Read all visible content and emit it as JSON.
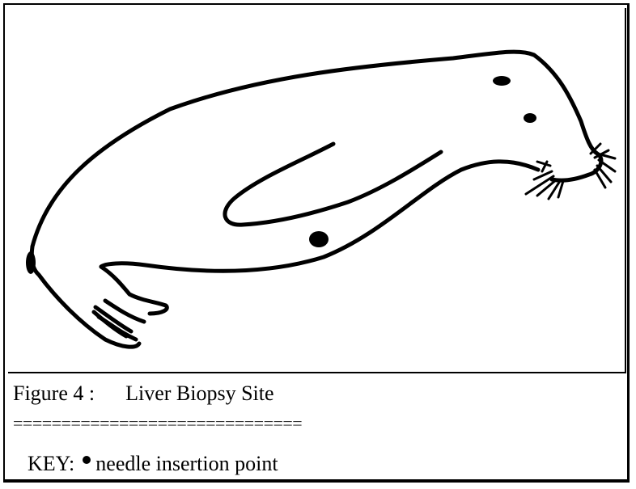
{
  "caption": {
    "figure_number": "Figure 4 :",
    "title": "Liver Biopsy Site"
  },
  "separator": "==============================",
  "key": {
    "prefix": "KEY:",
    "label": "needle insertion point"
  },
  "illustration": {
    "subject": "seal-outline",
    "marker": "needle-insertion-point"
  }
}
